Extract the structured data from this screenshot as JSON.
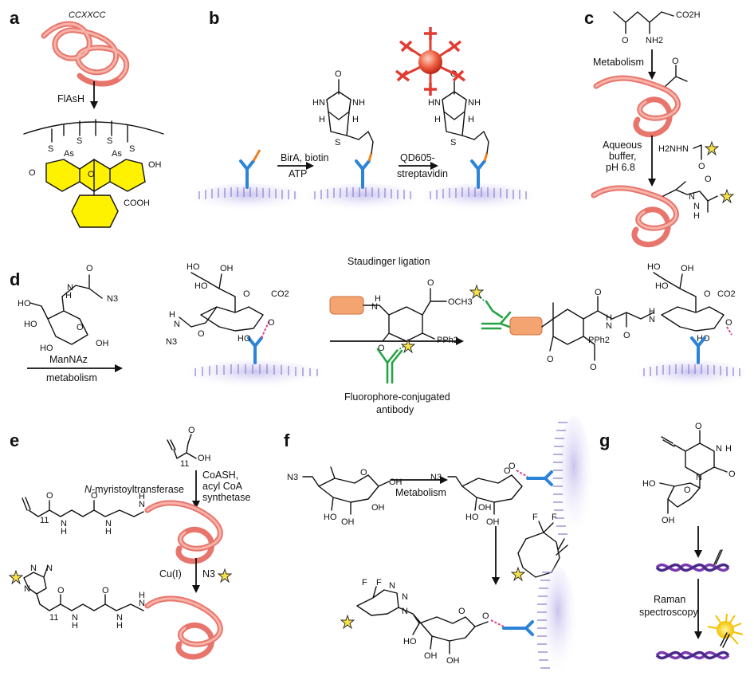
{
  "panels": {
    "a": {
      "letter": "a",
      "motif": "CCXXCC",
      "arrow_label": "FlAsH",
      "s": "S",
      "as": "As",
      "o": "O",
      "oh": "OH",
      "cooh": "COOH"
    },
    "b": {
      "letter": "b",
      "step1_line1": "BirA, biotin",
      "step1_line2": "ATP",
      "step2_line1": "QD605-",
      "step2_line2": "streptavidin",
      "hn": "HN",
      "nh": "NH",
      "h": "H",
      "s": "S",
      "o": "O"
    },
    "c": {
      "letter": "c",
      "co2h": "CO2H",
      "nh2": "NH2",
      "o": "O",
      "step1": "Metabolism",
      "step2_line1": "Aqueous",
      "step2_line2": "buffer,",
      "step2_line3": "pH 6.8",
      "reagent": "H2NHN",
      "n": "N",
      "h": "H"
    },
    "d": {
      "letter": "d",
      "n3": "N3",
      "ho": "HO",
      "oh": "OH",
      "h": "H",
      "n": "N",
      "o": "O",
      "arrow_top": "ManNAz",
      "arrow_bottom": "metabolism",
      "title": "Staudinger ligation",
      "och3": "OCH3",
      "pph2": "PPh2",
      "p": "P",
      "co2": "CO2",
      "antibody_line1": "Fluorophore-conjugated",
      "antibody_line2": "antibody"
    },
    "e": {
      "letter": "e",
      "oh": "OH",
      "o": "O",
      "sub11": "11",
      "enzyme_prefix": "N",
      "enzyme_suffix": "-myristoyltransferase",
      "cofactor_line1": "CoASH,",
      "cofactor_line2": "acyl CoA",
      "cofactor_line3": "synthetase",
      "catalyst": "Cu(I)",
      "azide": "N3",
      "n": "N",
      "h": "H"
    },
    "f": {
      "letter": "f",
      "n3": "N3",
      "oh": "OH",
      "ho": "HO",
      "o": "O",
      "n": "N",
      "f": "F",
      "step1": "Metabolism"
    },
    "g": {
      "letter": "g",
      "o": "O",
      "n": "N",
      "h": "H",
      "oh": "OH",
      "ho": "HO",
      "step_line1": "Raman",
      "step_line2": "spectroscopy"
    }
  },
  "colors": {
    "protein": "#e8756c",
    "fluorophore_highlight": "#fff200",
    "receptor": "#2b84d8",
    "membrane": "#8b7fd1",
    "antibody": "#27a347",
    "fluorophore_star": "#f7e24a",
    "quantum_dot": "#e23b32",
    "glycan_link": "#e0408a",
    "dna": "#7a3bb0"
  }
}
